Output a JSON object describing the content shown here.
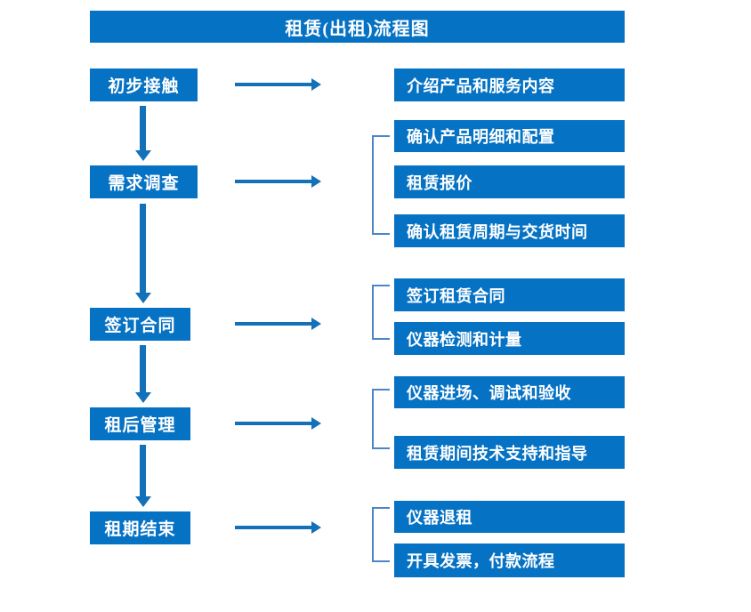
{
  "diagram": {
    "title": "租赁(出租)流程图",
    "accent_color": "#0672c4",
    "arrow_color": "#1271b8",
    "bracket_color": "#4a86c8",
    "text_color": "#ffffff",
    "background_color": "#ffffff",
    "stages": [
      {
        "label": "初步接触"
      },
      {
        "label": "需求调查"
      },
      {
        "label": "签订合同"
      },
      {
        "label": "租后管理"
      },
      {
        "label": "租期结束"
      }
    ],
    "details": [
      {
        "label": "介绍产品和服务内容"
      },
      {
        "label": "确认产品明细和配置"
      },
      {
        "label": "租赁报价"
      },
      {
        "label": "确认租赁周期与交货时间"
      },
      {
        "label": "签订租赁合同"
      },
      {
        "label": "仪器检测和计量"
      },
      {
        "label": "仪器进场、调试和验收"
      },
      {
        "label": "租赁期间技术支持和指导"
      },
      {
        "label": "仪器退租"
      },
      {
        "label": "开具发票，付款流程"
      }
    ]
  }
}
